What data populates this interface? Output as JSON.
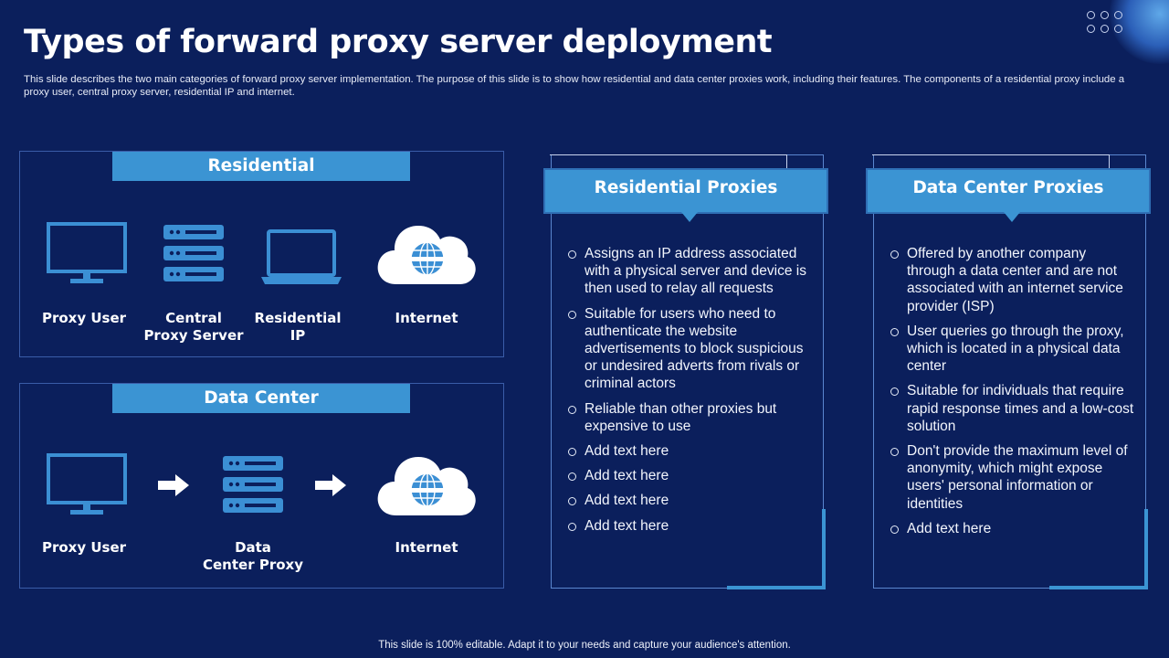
{
  "title": "Types of forward proxy server deployment",
  "description": "This slide describes the two main categories of forward proxy  server implementation. The purpose of this slide is to show how residential and data center proxies work, including their features. The components of a residential proxy include a proxy  user, central proxy  server, residential IP and internet.",
  "colors": {
    "background": "#0b1f5c",
    "accent": "#3b94d3",
    "icon": "#3b8fd4"
  },
  "residential_panel": {
    "heading": "Residential",
    "items": [
      {
        "icon": "monitor-icon",
        "label_lines": [
          "Proxy User"
        ]
      },
      {
        "icon": "server-stack-icon",
        "label_lines": [
          "Central",
          "Proxy Server"
        ]
      },
      {
        "icon": "laptop-icon",
        "label_lines": [
          "Residential",
          "IP"
        ]
      },
      {
        "icon": "cloud-globe-icon",
        "label_lines": [
          "Internet"
        ]
      }
    ]
  },
  "datacenter_panel": {
    "heading": "Data Center",
    "items": [
      {
        "icon": "monitor-icon",
        "label_lines": [
          "Proxy User"
        ]
      },
      {
        "icon": "server-stack-icon",
        "label_lines": [
          "Data",
          "Center Proxy"
        ]
      },
      {
        "icon": "cloud-globe-icon",
        "label_lines": [
          "Internet"
        ]
      }
    ]
  },
  "residential_card": {
    "heading": "Residential  Proxies",
    "bullets": [
      "Assigns an IP address associated with a physical server and device is then used to relay all requests",
      "Suitable for users who need to authenticate the website advertisements to block suspicious or undesired adverts from rivals or criminal actors",
      "Reliable than other proxies but expensive to use",
      "Add text here",
      "Add text here",
      "Add text here",
      "Add text here"
    ]
  },
  "datacenter_card": {
    "heading": "Data Center Proxies",
    "bullets": [
      "Offered by another company through a data center and are not associated with an internet service provider (ISP)",
      "User queries go through the proxy, which is located in a physical data center",
      "Suitable for individuals that require rapid response times and a low-cost solution",
      "Don't provide the maximum level of anonymity, which might expose users' personal information or identities",
      "Add text here"
    ]
  },
  "footer": "This slide is 100% editable. Adapt it to your needs and capture your audience's attention."
}
